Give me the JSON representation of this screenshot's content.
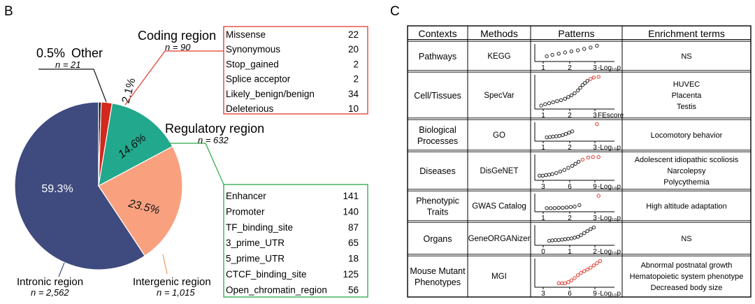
{
  "panel_b": {
    "letter": "B",
    "coding": {
      "title": "Coding region",
      "n": "n = 90"
    },
    "other": {
      "pct": "0.5%",
      "title": "Other",
      "n": "n = 21"
    },
    "regulatory": {
      "title": "Regulatory region",
      "n": "n = 632"
    },
    "intronic": {
      "title": "Intronic region",
      "n": "n = 2,562"
    },
    "intergenic": {
      "title": "Intergenic region",
      "n": "n = 1,015"
    },
    "coding_table": [
      {
        "label": "Missense",
        "value": "22"
      },
      {
        "label": "Synonymous",
        "value": "20"
      },
      {
        "label": "Stop_gained",
        "value": "2"
      },
      {
        "label": "Splice acceptor",
        "value": "2"
      },
      {
        "label": "Likely_benign/benign",
        "value": "34"
      },
      {
        "label": "Deleterious",
        "value": "10"
      }
    ],
    "regulatory_table": [
      {
        "label": "Enhancer",
        "value": "141"
      },
      {
        "label": "Promoter",
        "value": "140"
      },
      {
        "label": "TF_binding_site",
        "value": "87"
      },
      {
        "label": "3_prime_UTR",
        "value": "65"
      },
      {
        "label": "5_prime_UTR",
        "value": "18"
      },
      {
        "label": "CTCF_binding_site",
        "value": "125"
      },
      {
        "label": "Open_chromatin_region",
        "value": "56"
      }
    ]
  },
  "chart_data": {
    "type": "pie",
    "slices": [
      {
        "label": "Intronic region",
        "value": 59.3,
        "display": "59.3%",
        "color": "#3f4b7e"
      },
      {
        "label": "Other",
        "value": 0.5,
        "display": "",
        "color": "#111111"
      },
      {
        "label": "Coding region",
        "value": 2.1,
        "display": "2.1%",
        "color": "#d2281e"
      },
      {
        "label": "Regulatory region",
        "value": 14.6,
        "display": "14.6%",
        "color": "#22a88c"
      },
      {
        "label": "Intergenic region",
        "value": 23.5,
        "display": "23.5%",
        "color": "#f9a17f"
      }
    ]
  },
  "panel_c": {
    "letter": "C",
    "headers": [
      "Contexts",
      "Methods",
      "Patterns",
      "Enrichment terms"
    ],
    "rows": [
      {
        "context": [
          "Pathways"
        ],
        "method": "KEGG",
        "ticks": [
          "1",
          "2",
          "3"
        ],
        "axis_label": "-Log₁₀p",
        "terms": [
          "NS"
        ]
      },
      {
        "context": [
          "Cell/Tissues"
        ],
        "method": "SpecVar",
        "ticks": [
          "1",
          "2",
          "3"
        ],
        "axis_label": "FEscore",
        "terms": [
          "HUVEC",
          "Placenta",
          "Testis"
        ]
      },
      {
        "context": [
          "Biological",
          "Processes"
        ],
        "method": "GO",
        "ticks": [
          "1",
          "2",
          "3"
        ],
        "axis_label": "-Log₁₀p",
        "terms": [
          "Locomotory behavior"
        ]
      },
      {
        "context": [
          "Diseases"
        ],
        "method": "DisGeNET",
        "ticks": [
          "3",
          "6",
          "9"
        ],
        "axis_label": "-Log₁₀p",
        "terms": [
          "Adolescent idiopathic scoliosis",
          "Narcolepsy",
          "Polycythemia"
        ]
      },
      {
        "context": [
          "Phenotypic",
          "Traits"
        ],
        "method": "GWAS Catalog",
        "ticks": [
          "1",
          "2",
          "3"
        ],
        "axis_label": "-Log₁₀p",
        "terms": [
          "High altitude adaptation"
        ]
      },
      {
        "context": [
          "Organs"
        ],
        "method": "GeneORGANizer",
        "ticks": [
          "0",
          "1",
          "2"
        ],
        "axis_label": "-Log₁₀p",
        "terms": [
          "NS"
        ]
      },
      {
        "context": [
          "Mouse Mutant",
          "Phenotypes"
        ],
        "method": "MGI",
        "ticks": [
          "3",
          "6",
          "9"
        ],
        "axis_label": "-Log₁₀p",
        "terms": [
          "Abnormal postnatal growth",
          "Hematopoietic system phenotype",
          "Decreased body size"
        ]
      }
    ]
  },
  "colors": {
    "coding_box": "#e23a2b",
    "regulatory_box": "#29a845",
    "dot_black": "#222222",
    "dot_red": "#e0382c"
  }
}
